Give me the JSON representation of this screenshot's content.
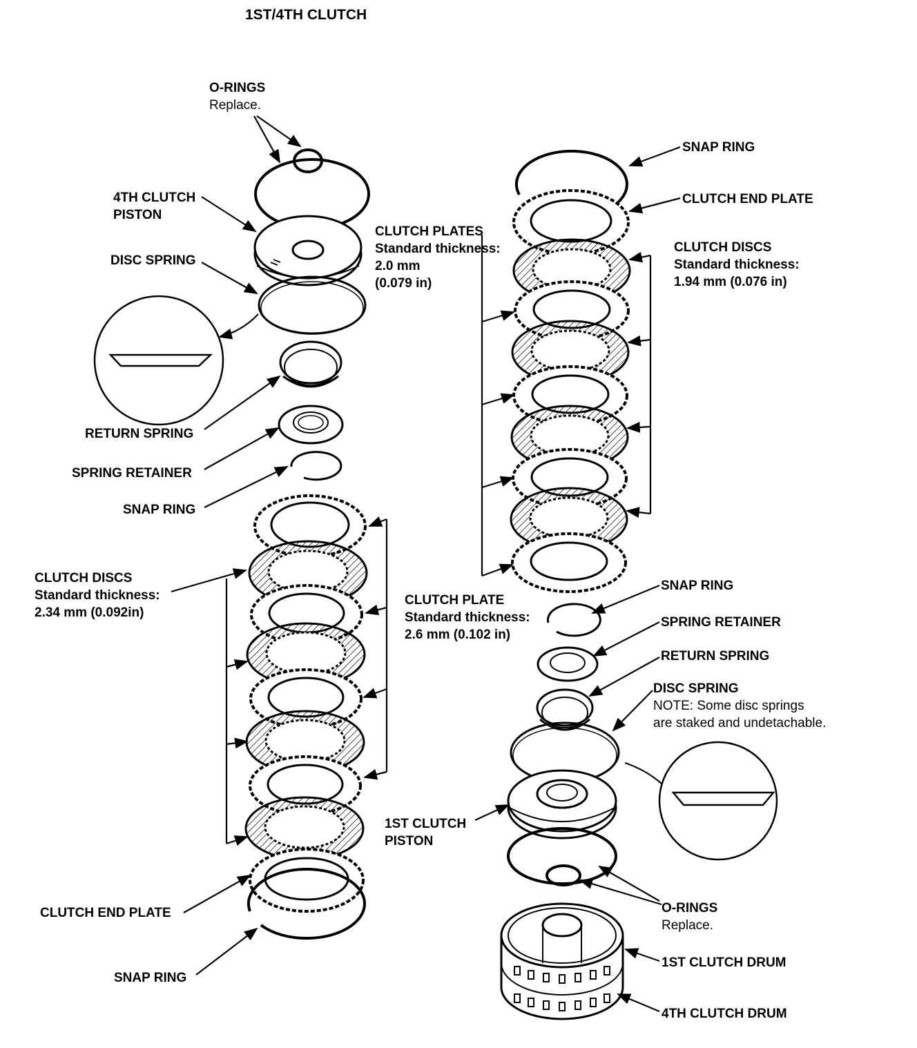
{
  "title": "1ST/4TH CLUTCH",
  "colors": {
    "ink": "#000000",
    "paper": "#ffffff"
  },
  "left": {
    "o_rings": {
      "name": "O-RINGS",
      "note": "Replace."
    },
    "piston": {
      "line1": "4TH CLUTCH",
      "line2": "PISTON"
    },
    "disc_spring": {
      "name": "DISC SPRING"
    },
    "clutch_plates": {
      "name": "CLUTCH PLATES",
      "spec1": "Standard thickness:",
      "spec2": "2.0 mm",
      "spec3": "(0.079 in)"
    },
    "return_spring": {
      "name": "RETURN SPRING"
    },
    "spring_retainer": {
      "name": "SPRING RETAINER"
    },
    "snap_ring_small": {
      "name": "SNAP RING"
    },
    "clutch_discs": {
      "name": "CLUTCH DISCS",
      "spec1": "Standard thickness:",
      "spec2": "2.34 mm (0.092in)"
    },
    "clutch_plate": {
      "name": "CLUTCH PLATE",
      "spec1": "Standard thickness:",
      "spec2": "2.6 mm (0.102 in)"
    },
    "clutch_end_plate": {
      "name": "CLUTCH END PLATE"
    },
    "snap_ring_large": {
      "name": "SNAP RING"
    }
  },
  "right": {
    "snap_ring_top": {
      "name": "SNAP RING"
    },
    "clutch_end_plate": {
      "name": "CLUTCH END PLATE"
    },
    "clutch_discs": {
      "name": "CLUTCH DISCS",
      "spec1": "Standard thickness:",
      "spec2": "1.94 mm (0.076 in)"
    },
    "snap_ring_small": {
      "name": "SNAP RING"
    },
    "spring_retainer": {
      "name": "SPRING RETAINER"
    },
    "return_spring": {
      "name": "RETURN SPRING"
    },
    "disc_spring": {
      "name": "DISC SPRING",
      "note1": "NOTE:  Some disc springs",
      "note2": "are staked and undetachable."
    },
    "piston": {
      "line1": "1ST CLUTCH",
      "line2": "PISTON"
    },
    "o_rings": {
      "name": "O-RINGS",
      "note": "Replace."
    },
    "drum_1st": {
      "name": "1ST CLUTCH DRUM"
    },
    "drum_4th": {
      "name": "4TH CLUTCH DRUM"
    }
  }
}
